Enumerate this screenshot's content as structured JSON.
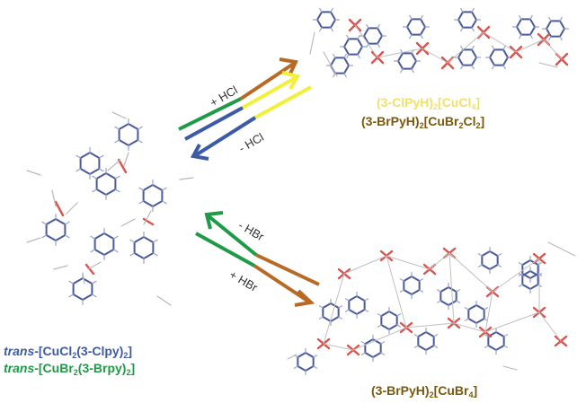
{
  "colors": {
    "blue": "#3c5aa6",
    "green": "#1e9a48",
    "brown": "#b86a24",
    "yellow": "#f2f03a",
    "olive": "#7a5a0a",
    "light_yellow": "#f2e06c",
    "ring": "#4a5a9a",
    "cu": "#d9534f",
    "halide": "#4aa36a"
  },
  "arrows": {
    "add_hcl": "+ HCl",
    "remove_hcl": "- HCl",
    "remove_hbr": "- HBr",
    "add_hbr": "+ HBr"
  },
  "labels": {
    "trans_cl": {
      "prefix": "trans",
      "a": "-[CuCl",
      "s1": "2",
      "b": "(3-Clpy)",
      "s2": "2",
      "c": "]"
    },
    "trans_br": {
      "prefix": "trans",
      "a": "-[CuBr",
      "s1": "2",
      "b": "(3-Brpy)",
      "s2": "2",
      "c": "]"
    },
    "clpyh": {
      "a": "(3-ClPyH)",
      "s1": "2",
      "b": "[CuCl",
      "s2": "4",
      "c": "]"
    },
    "brpyh_mixed": {
      "a": "(3-BrPyH)",
      "s1": "2",
      "b": "[CuBr",
      "s2": "2",
      "c": "Cl",
      "s3": "2",
      "d": "]"
    },
    "brpyh_br4": {
      "a": "(3-BrPyH)",
      "s1": "2",
      "b": "[CuBr",
      "s2": "4",
      "c": "]"
    }
  }
}
